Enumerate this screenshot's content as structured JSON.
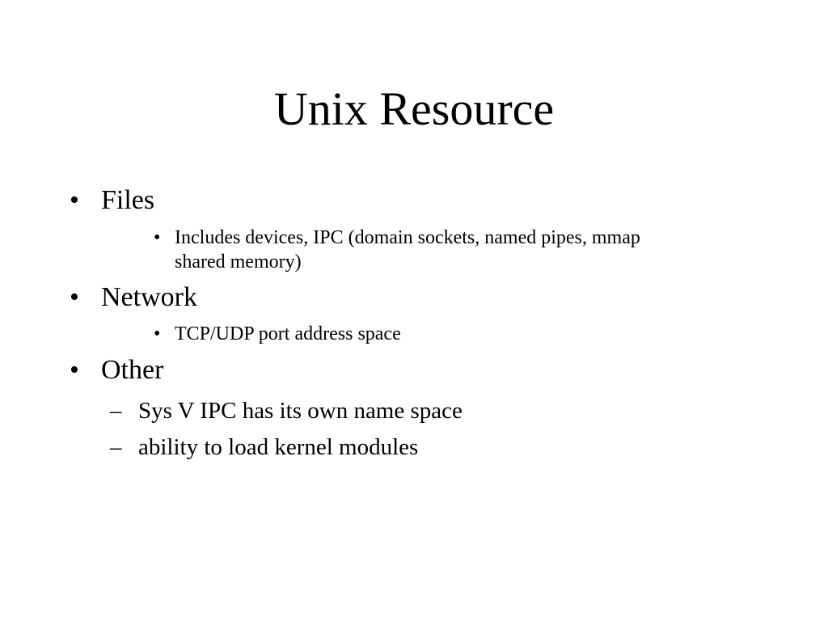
{
  "slide": {
    "title": "Unix Resource",
    "bullets": [
      {
        "marker": "•",
        "label": "Files",
        "sub": {
          "marker": "•",
          "line1": "Includes devices, IPC (domain sockets, named pipes, mmap",
          "line2": "shared memory)"
        }
      },
      {
        "marker": "•",
        "label": "Network",
        "sub": {
          "marker": "•",
          "line1": "TCP/UDP port address space"
        }
      },
      {
        "marker": "•",
        "label": "Other",
        "subs": [
          {
            "marker": "–",
            "text": "Sys V IPC has its own name space"
          },
          {
            "marker": "–",
            "text": "ability to load kernel modules"
          }
        ]
      }
    ]
  }
}
